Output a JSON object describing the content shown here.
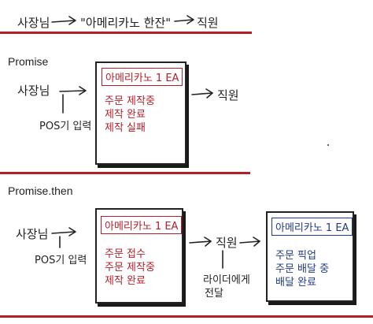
{
  "top": {
    "from": "사장님",
    "message": "\"아메리카노 한잔\"",
    "to": "직원"
  },
  "promise": {
    "heading": "Promise",
    "from": "사장님",
    "via": "POS기 입력",
    "box_title": "아메리카노 1 EA",
    "states": [
      "주문 제작중",
      "제작 완료",
      "제작 실패"
    ],
    "to": "직원"
  },
  "then": {
    "heading": "Promise.then",
    "from": "사장님",
    "via": "POS기 입력",
    "box1_title": "아메리카노 1 EA",
    "box1_states": [
      "주문 접수",
      "주문 제작중",
      "제작 완료"
    ],
    "to": "직원",
    "handoff": [
      "라이더에게",
      "전달"
    ],
    "box2_title": "아메리카노 1 EA",
    "box2_states": [
      "주문 픽업",
      "주문 배달 중",
      "배달 완료"
    ]
  },
  "colors": {
    "accent_red": "#b41e28",
    "accent_blue": "#1f3a8a",
    "ink": "#222222"
  }
}
